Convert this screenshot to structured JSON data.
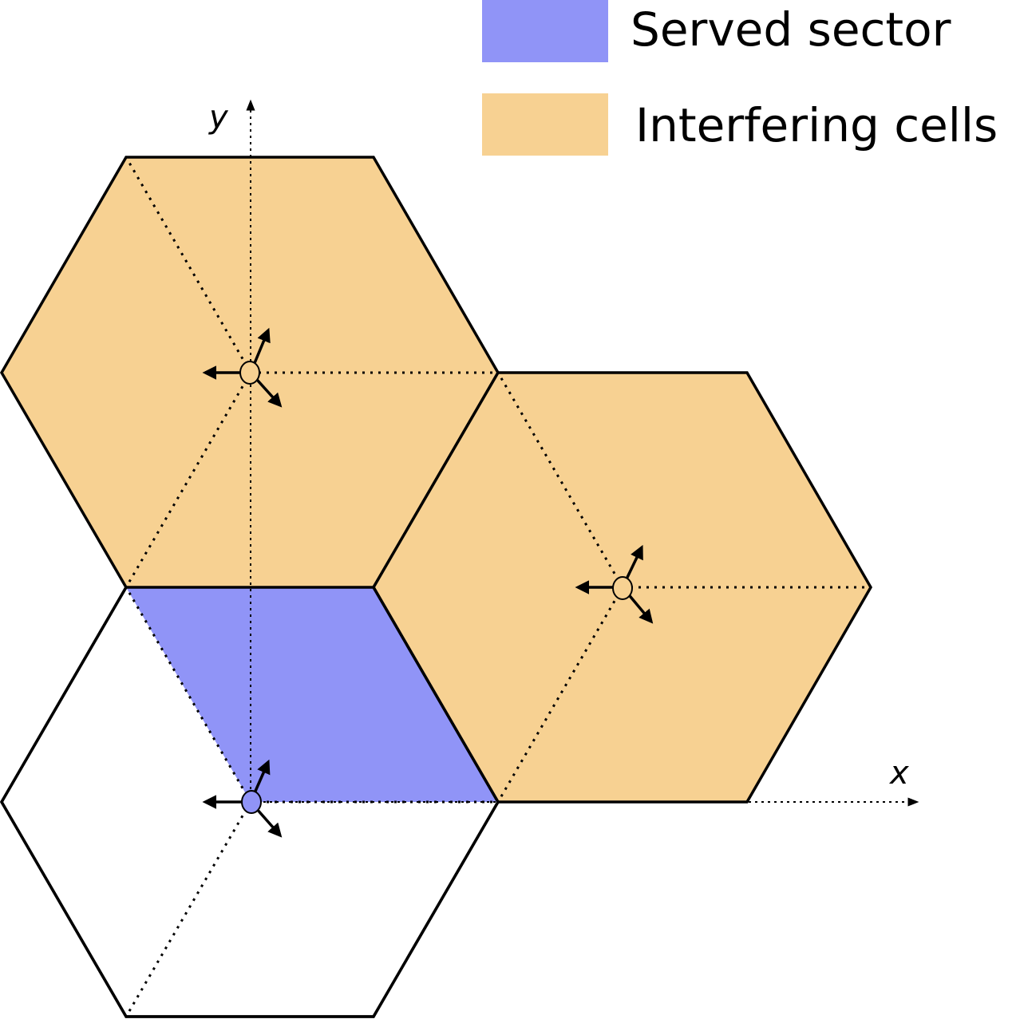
{
  "legend": {
    "served_label": "Served sector",
    "interfering_label": "Interfering cells"
  },
  "axes": {
    "x_label": "x",
    "y_label": "y"
  },
  "colors": {
    "served": "#9094f7",
    "interfering": "#f7d192",
    "outline": "#000000",
    "served_bs_fill": "#9094f7",
    "interfering_bs_fill": "#f7d192"
  }
}
